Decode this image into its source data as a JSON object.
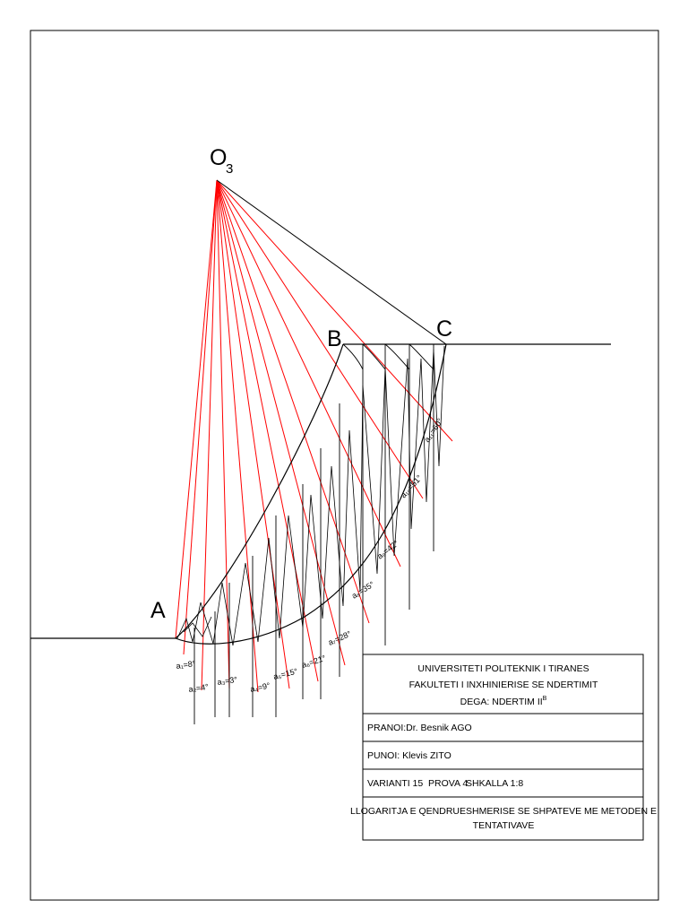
{
  "points": {
    "center_label": "O",
    "center_subscript": "3",
    "a": "A",
    "b": "B",
    "c": "C"
  },
  "angles": [
    {
      "text": "a₁=8°"
    },
    {
      "text": "a₂=4°"
    },
    {
      "text": "a₃=3°"
    },
    {
      "text": "a₄=9°"
    },
    {
      "text": "a₅=15°"
    },
    {
      "text": "a₆=21°"
    },
    {
      "text": "a₇=28°"
    },
    {
      "text": "a₈=35°"
    },
    {
      "text": "a₉=42°"
    },
    {
      "text": "a₁₀=51°"
    },
    {
      "text": "a₁₁=60°"
    }
  ],
  "title_block": {
    "university": "UNIVERSITETI POLITEKNIK I TIRANES",
    "faculty": "FAKULTETI I INXHINIERISE SE NDERTIMIT",
    "department": "DEGA: NDERTIM II",
    "department_sup": "B",
    "received_by": "PRANOI:Dr. Besnik AGO",
    "prepared_by": "PUNOI: Klevis ZITO",
    "variant": "VARIANTI 15",
    "test": "PROVA 4",
    "scale": "SHKALLA 1:8",
    "title_line1": "LLOGARITJA E QENDRUESHMERISE SE SHPATEVE ME METODEN E",
    "title_line2": "TENTATIVAVE"
  },
  "colors": {
    "line": "#000000",
    "radius": "#ff0000",
    "background": "#ffffff"
  }
}
